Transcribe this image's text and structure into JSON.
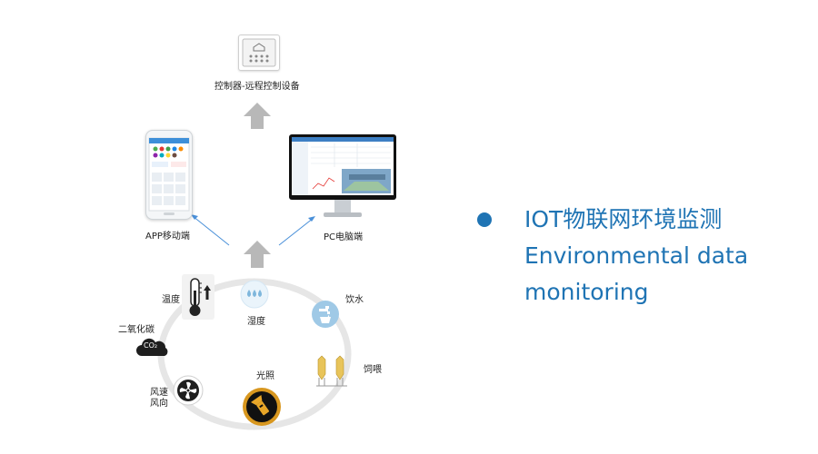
{
  "diagram": {
    "controller_label": "控制器-远程控制设备",
    "app_label": "APP移动端",
    "pc_label": "PC电脑端",
    "sensors": {
      "temperature": "温度",
      "humidity": "湿度",
      "drinking": "饮水",
      "co2": "二氧化碳",
      "co2_badge": "CO₂",
      "feeding": "饲喂",
      "wind_speed": "风速",
      "wind_direction": "风向",
      "lighting": "光照"
    }
  },
  "headline": {
    "line1": "IOT物联网环境监测",
    "line2": "Environmental data",
    "line3": "monitoring"
  },
  "colors": {
    "accent_blue": "#1f74b4",
    "arrow_gray": "#b8b8b8",
    "ring_gray": "#e6e6e6",
    "link_blue": "#4a90d9",
    "lighting_gold": "#d8971f",
    "water_blue": "#7fb7dc"
  },
  "icons": [
    "controller-icon",
    "phone-icon",
    "monitor-icon",
    "thermometer-icon",
    "droplets-icon",
    "faucet-icon",
    "cloud-icon",
    "feed-silo-icon",
    "fan-icon",
    "flashlight-icon",
    "up-arrow-icon"
  ]
}
